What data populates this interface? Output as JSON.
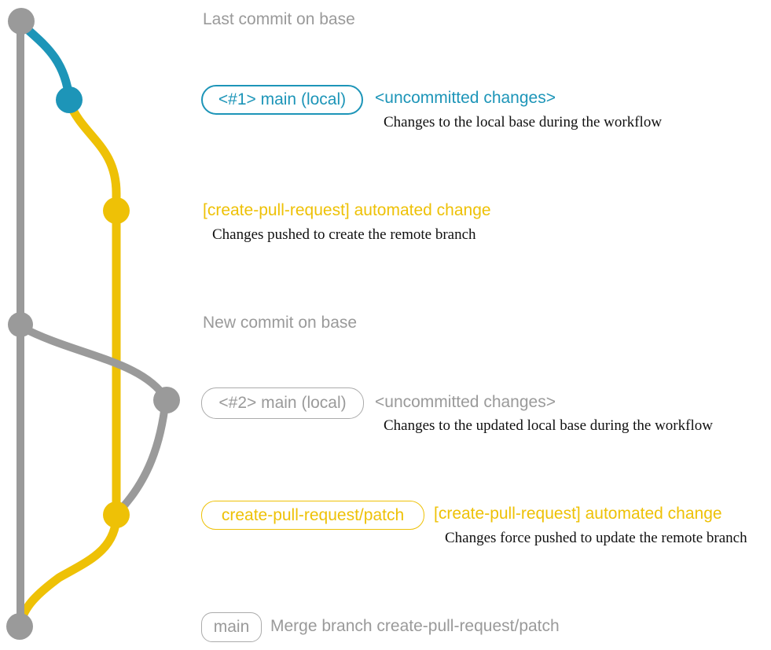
{
  "colors": {
    "gray": "#9a9a9a",
    "gray_border": "#ababab",
    "teal": "#1d95b8",
    "yellow": "#eec106",
    "ink": "#111111"
  },
  "graph": {
    "base_branch": "base",
    "local_branch": "main (local)",
    "remote_branch": "create-pull-request/patch"
  },
  "annotations": {
    "last_commit": "Last commit on base",
    "row1": {
      "branch_label": "<#1> main (local)",
      "title": "<uncommitted changes>",
      "description": "Changes to the local base during the workflow"
    },
    "row2": {
      "title": "[create-pull-request] automated change",
      "description": "Changes pushed to create the remote branch"
    },
    "new_commit": "New commit on base",
    "row3": {
      "branch_label": "<#2> main (local)",
      "title": "<uncommitted changes>",
      "description": "Changes to the updated local base during the workflow"
    },
    "row4": {
      "branch_label": "create-pull-request/patch",
      "title": "[create-pull-request] automated change",
      "description": "Changes force pushed to update the remote branch"
    },
    "row5": {
      "branch_label": "main",
      "title": "Merge branch create-pull-request/patch"
    }
  }
}
